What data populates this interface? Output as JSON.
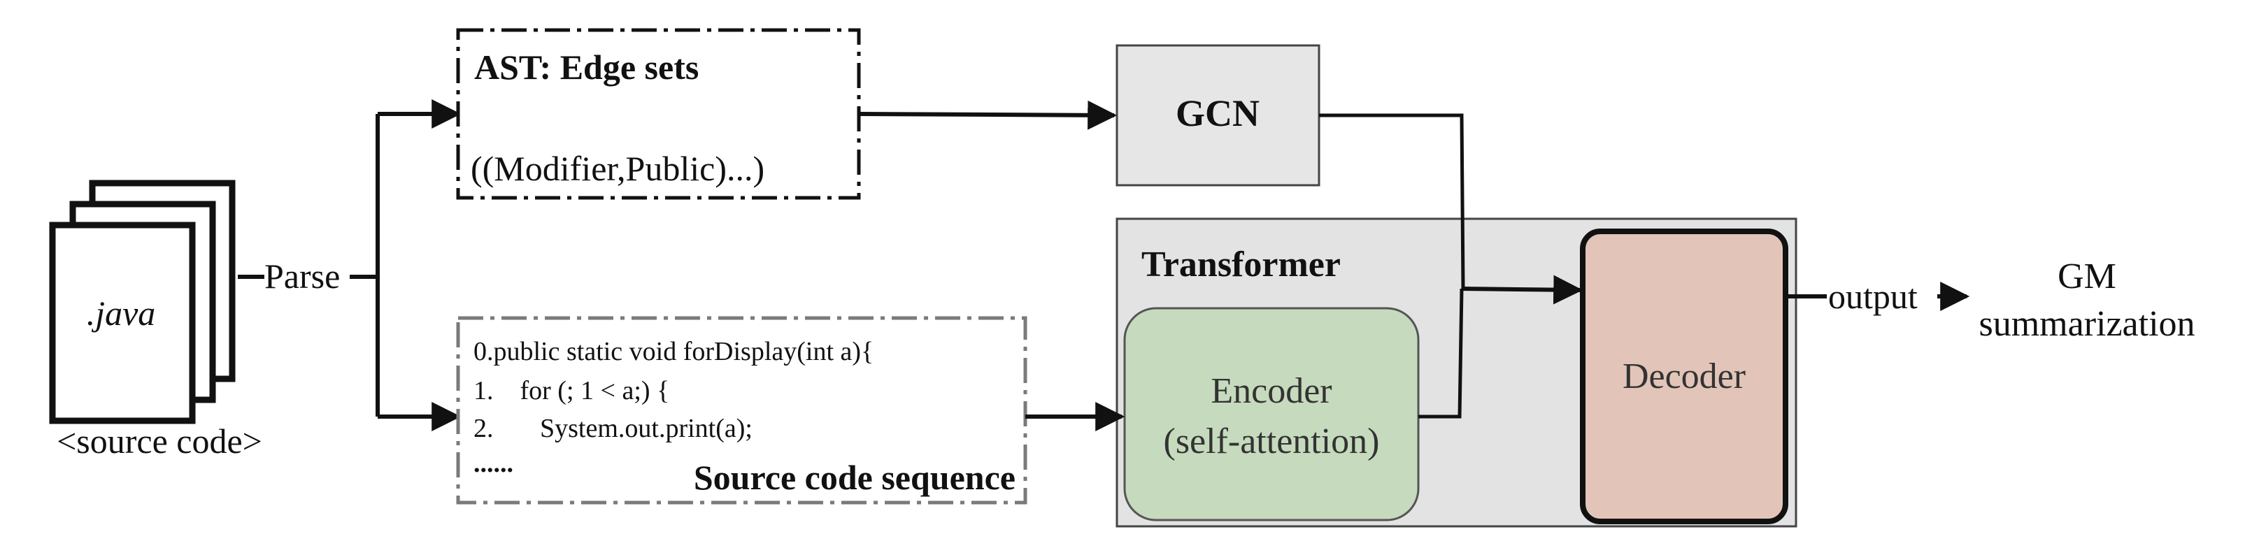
{
  "source": {
    "file_label": ".java",
    "caption": "<source code>"
  },
  "parse_label": "Parse",
  "ast": {
    "title": "AST: Edge sets",
    "content": "((Modifier,Public)...)"
  },
  "code_seq": {
    "lines": [
      "0.public static void forDisplay(int a){",
      "1.    for (; 1 < a;) {",
      "2.       System.out.print(a);"
    ],
    "ellipsis": "......",
    "title": "Source code sequence"
  },
  "gcn": {
    "label": "GCN"
  },
  "transformer": {
    "title": "Transformer",
    "encoder_line1": "Encoder",
    "encoder_line2": "(self-attention)",
    "decoder": "Decoder"
  },
  "output_label": "output",
  "result": {
    "line1": "GM",
    "line2": "summarization"
  },
  "colors": {
    "gcn_fill": "#e6e6e6",
    "transformer_fill": "#e3e3e3",
    "encoder_fill": "#c6dabd",
    "decoder_fill": "#e2c5b8",
    "stroke": "#111111",
    "dash_gray": "#7a7a7a"
  }
}
